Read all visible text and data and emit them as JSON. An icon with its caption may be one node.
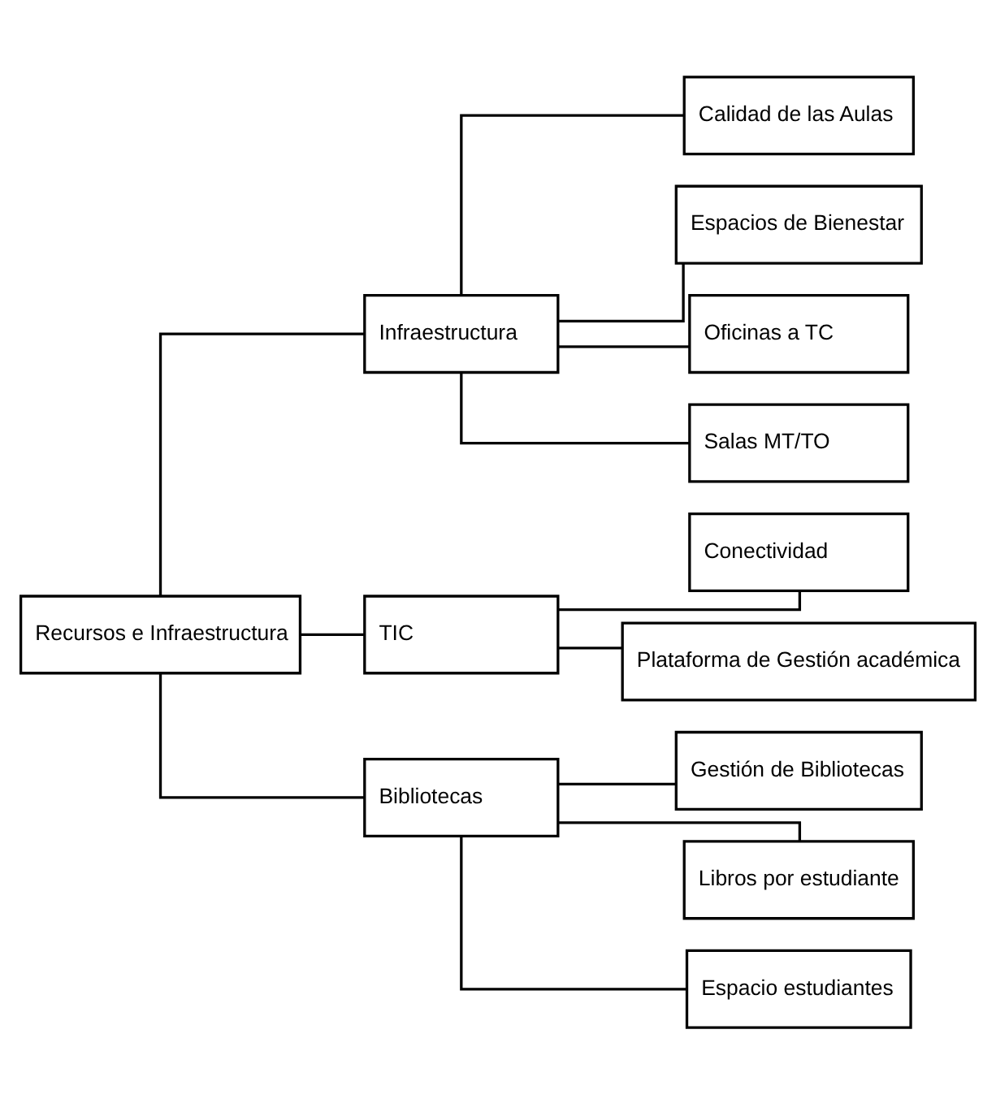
{
  "diagram": {
    "nodes": [
      {
        "text": [
          "Recursos e Infraestructura"
        ]
      },
      {
        "text": [
          "Infraestructura"
        ]
      },
      {
        "text": [
          "Calidad de las Aulas"
        ]
      },
      {
        "text": [
          "Espacios de Bienestar"
        ]
      },
      {
        "text": [
          "Oficinas a TC"
        ]
      },
      {
        "text": [
          "Salas MT/TO"
        ]
      },
      {
        "text": [
          "TIC"
        ]
      },
      {
        "text": [
          "Conectividad"
        ]
      },
      {
        "text": [
          "Plataforma de Gestión académica"
        ]
      },
      {
        "text": [
          "Bibliotecas"
        ]
      },
      {
        "text": [
          "Gestión de Bibliotecas"
        ]
      },
      {
        "text": [
          "Libros por estudiante"
        ]
      },
      {
        "text": [
          "Espacio estudiantes"
        ]
      }
    ],
    "edges": [
      {
        "from": 0,
        "to": 1,
        "arrow": "none"
      },
      {
        "from": 0,
        "to": 6,
        "arrow": "none"
      },
      {
        "from": 0,
        "to": 9,
        "arrow": "none"
      },
      {
        "from": 1,
        "to": 2,
        "arrow": "none"
      },
      {
        "from": 1,
        "to": 3,
        "arrow": "none"
      },
      {
        "from": 1,
        "to": 4,
        "arrow": "none"
      },
      {
        "from": 1,
        "to": 5,
        "arrow": "none"
      },
      {
        "from": 6,
        "to": 7,
        "arrow": "none"
      },
      {
        "from": 6,
        "to": 8,
        "arrow": "none"
      },
      {
        "from": 9,
        "to": 10,
        "arrow": "none"
      },
      {
        "from": 9,
        "to": 11,
        "arrow": "none"
      },
      {
        "from": 9,
        "to": 12,
        "arrow": "none"
      }
    ]
  }
}
